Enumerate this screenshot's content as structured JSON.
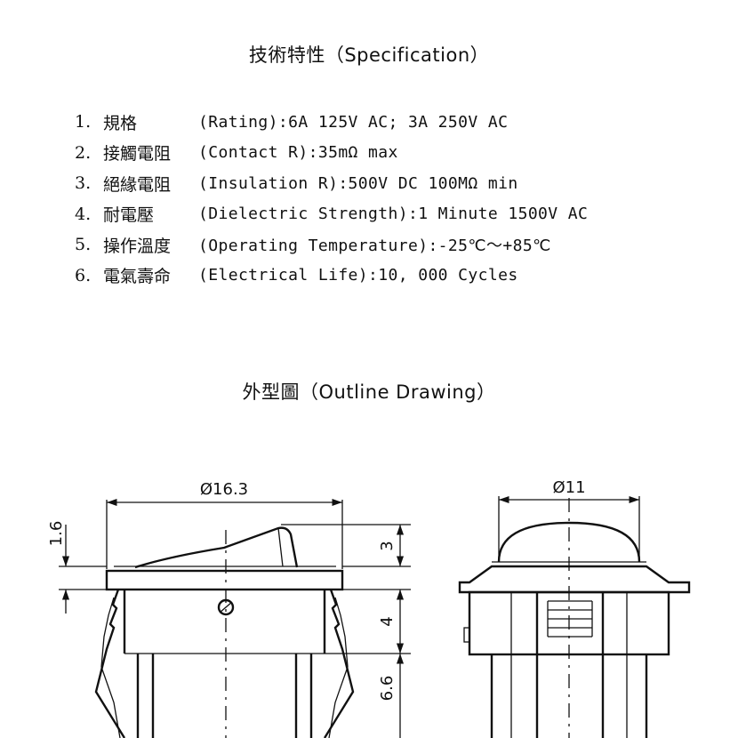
{
  "spec_title": "技術特性（Specification）",
  "specs": [
    {
      "num": "1.",
      "name": "規格",
      "desc": "(Rating):6A 125V AC; 3A 250V AC"
    },
    {
      "num": "2.",
      "name": "接觸電阻",
      "desc": "(Contact R):35mΩ max"
    },
    {
      "num": "3.",
      "name": "絕緣電阻",
      "desc": "(Insulation R):500V DC  100MΩ min"
    },
    {
      "num": "4.",
      "name": "耐電壓",
      "desc": "(Dielectric Strength):1 Minute 1500V AC"
    },
    {
      "num": "5.",
      "name": "操作溫度",
      "desc": "(Operating Temperature):-25℃～+85℃"
    },
    {
      "num": "6.",
      "name": "電氣壽命",
      "desc": "(Electrical Life):10, 000 Cycles"
    }
  ],
  "outline_title": "外型圖（Outline Drawing）",
  "dimensions": {
    "front_width": "Ø16.3",
    "side_width": "Ø11",
    "rocker_height": "3",
    "flange_thickness": "1.6",
    "body_height": "4",
    "terminal_height": "6.6"
  }
}
